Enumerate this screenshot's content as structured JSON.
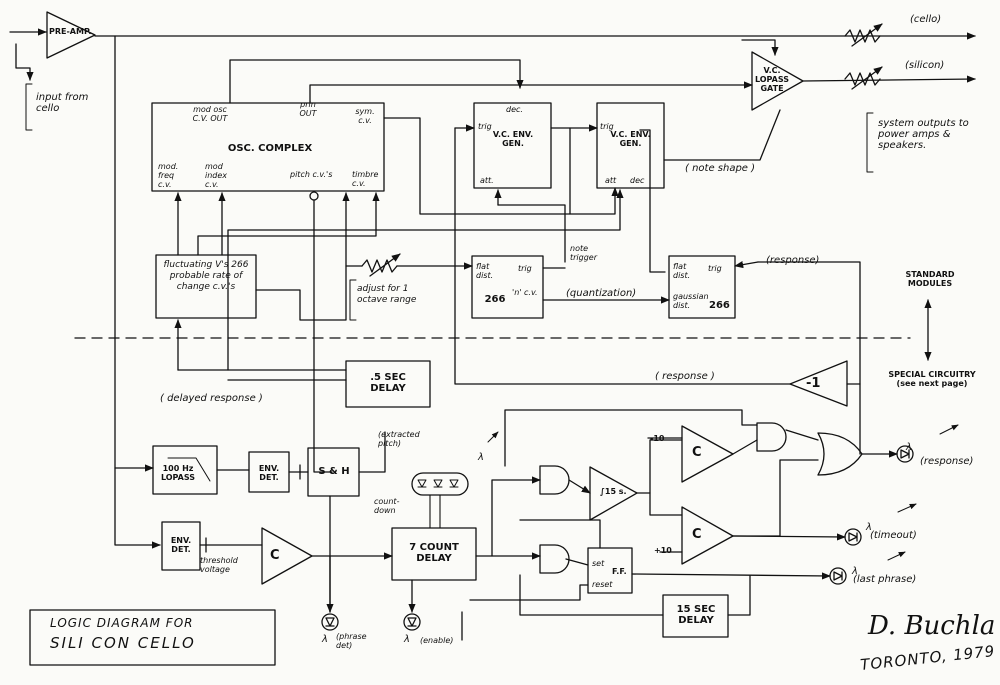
{
  "io": {
    "input": "input from cello",
    "out_cello": "(cello)",
    "out_silicon": "(silicon)",
    "system_outputs": "system outputs to power amps & speakers."
  },
  "blocks": {
    "preamp": "PRE-AMP.",
    "osc": {
      "title": "OSC. COMPLEX",
      "mod_osc_cv_out": "mod osc C.V. OUT",
      "prin_out": "prin OUT",
      "sym_cv": "sym. c.v.",
      "mod_freq_cv": "mod. freq c.v.",
      "mod_index_cv": "mod index c.v.",
      "pitch_cvs": "pitch c.v.'s",
      "timbre_cv": "timbre c.v."
    },
    "env1": {
      "title": "V.C. ENV. GEN.",
      "trig": "trig",
      "dec": "dec.",
      "att": "att."
    },
    "env2": {
      "title": "V.C. ENV. GEN.",
      "trig": "trig",
      "att": "att",
      "dec": "dec"
    },
    "lopass_gate": "V.C. LOPASS GATE",
    "fluct": "fluctuating V's 266 probable rate of change c.v.'s",
    "r266n": {
      "flat_dist": "flat dist.",
      "trig": "trig",
      "num": "266",
      "n": "'n' c.v."
    },
    "r266g": {
      "flat_dist": "flat dist.",
      "trig": "trig",
      "gauss": "gaussian dist.",
      "num": "266"
    },
    "delay05": ".5 SEC DELAY",
    "neg1": "-1",
    "lp100": "100 Hz LOPASS",
    "envdet1": "ENV. DET.",
    "envdet2": "ENV. DET.",
    "sh": "S & H",
    "comp1": "C",
    "count7": "7 COUNT DELAY",
    "integ": "∫15 s.",
    "compA": "C",
    "compB": "C",
    "ff": {
      "set": "set",
      "reset": "reset",
      "ff": "F.F."
    },
    "delay15": "15 SEC DELAY"
  },
  "labels": {
    "note_shape": "( note shape )",
    "note_trigger": "note trigger",
    "adjust": "adjust for 1 octave range",
    "quantization": "(quantization)",
    "response_top": "(response)",
    "standard": "STANDARD MODULES",
    "special": "SPECIAL CIRCUITRY (see next page)",
    "delayed_response": "( delayed response )",
    "response_mid": "( response )",
    "extracted_pitch": "(extracted pitch)",
    "countdown": "count-down",
    "threshold": "threshold voltage",
    "minus10": "-10",
    "plus10": "+10",
    "out_response": "(response)",
    "out_timeout": "(timeout)",
    "out_last_phrase": "(last phrase)",
    "phrase_det": "(phrase det)",
    "enable": "(enable)",
    "lambda": "λ"
  },
  "caption": {
    "line1": "LOGIC DIAGRAM FOR",
    "line2": "SILI CON CELLO"
  },
  "signature": {
    "name": "D. Buchla",
    "place": "TORONTO, 1979"
  }
}
